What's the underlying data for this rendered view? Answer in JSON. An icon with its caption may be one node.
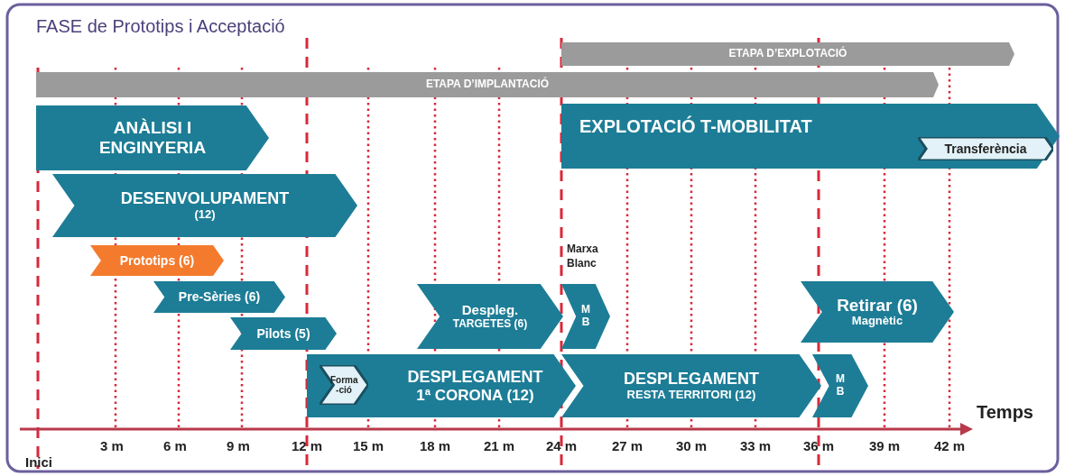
{
  "diagram": {
    "title": "FASE de Prototips i Acceptació",
    "nodes": [
      {
        "text": [
          "ETAPA D’EXPLOTACIÓ"
        ]
      },
      {
        "text": [
          "ETAPA D’IMPLANTACIÓ"
        ]
      },
      {
        "text": [
          "ANÀLISI I ENGINYERIA"
        ]
      },
      {
        "text": [
          "EXPLOTACIÓ T-MOBILITAT"
        ]
      },
      {
        "text": [
          "Transferència"
        ],
        "in": 3
      },
      {
        "text": [
          "DESENVOLUPAMENT",
          "(12)"
        ]
      },
      {
        "text": [
          "Prototips (6)"
        ]
      },
      {
        "text": [
          "Pre-Sèries (6)"
        ]
      },
      {
        "text": [
          "Despleg.",
          "TARGETES (6)"
        ]
      },
      {
        "text": [
          "M B"
        ],
        "beside": [
          "Marxa Blanc"
        ]
      },
      {
        "text": [
          "Pilots (5)"
        ]
      },
      {
        "text": [
          "Retirar (6)",
          "Magnètic"
        ]
      },
      {
        "text": [
          "DESPLEGAMENT",
          "1ª CORONA (12)"
        ]
      },
      {
        "text": [
          "Forma -ció"
        ],
        "in": 12
      },
      {
        "text": [
          "DESPLEGAMENT",
          "RESTA TERRITORI (12)"
        ]
      },
      {
        "text": [
          "M B"
        ]
      }
    ],
    "labels": [
      "Temps",
      "Inici",
      "3 m",
      "6 m",
      "9 m",
      "12 m",
      "15 m",
      "18 m",
      "21 m",
      "24 m",
      "27 m",
      "30 m",
      "33 m",
      "36 m",
      "39 m",
      "42 m"
    ]
  }
}
